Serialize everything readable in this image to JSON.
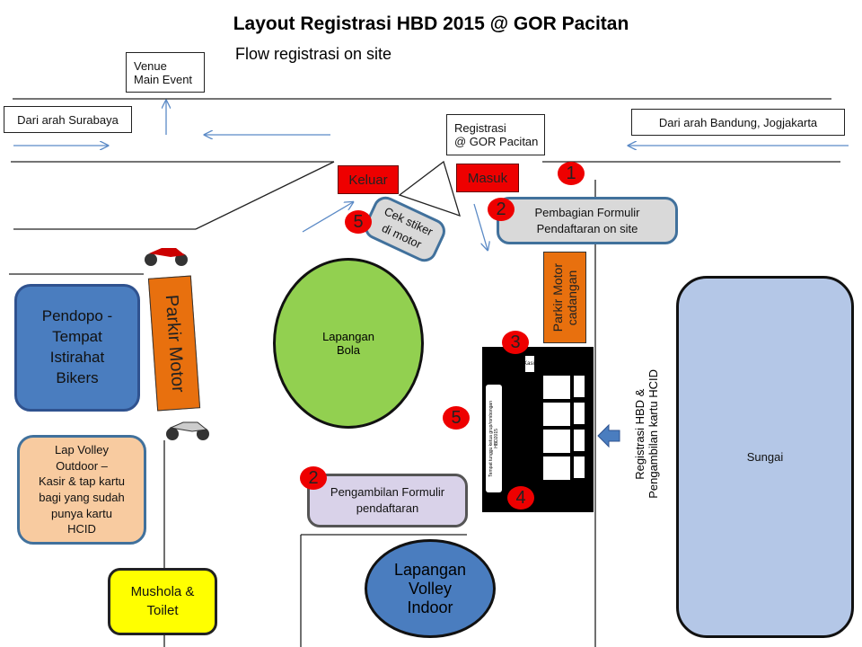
{
  "title": "Layout Registrasi HBD 2015 @ GOR Pacitan",
  "subtitle": "Flow registrasi on site",
  "labels": {
    "venue": "Venue\nMain Event",
    "from_surabaya": "Dari arah Surabaya",
    "from_bandung": "Dari arah Bandung, Jogjakarta",
    "registrasi_gor": "Registrasi\n@ GOR Pacitan",
    "keluar": "Keluar",
    "masuk": "Masuk",
    "cek_stiker": "Cek stiker\ndi motor",
    "pembagian": "Pembagian Formulir\nPendaftaran on site",
    "parkir_cadangan": "Parkir Motor\ncadangan",
    "parkir_motor": "Parkir Motor",
    "pendopo": "Pendopo -\nTempat\nIstirahat\nBikers",
    "lapangan_bola": "Lapangan\nBola",
    "lap_volley_outdoor": "Lap Volley\nOutdoor –\nKasir & tap kartu\nbagi yang sudah\npunya kartu\nHCID",
    "pengambilan": "Pengambilan Formulir\npendaftaran",
    "mushola": "Mushola &\nToilet",
    "volley_indoor": "Lapangan\nVolley\nIndoor",
    "sungai": "Sungai",
    "registrasi_hcid": "Registrasi HBD &\nPengambilan kartu HCID",
    "kasir": "Kasir",
    "tunggu": "Tempat tunggu ketua grup/rombongan\nHBD2015"
  },
  "steps": {
    "s1": "1",
    "s2a": "2",
    "s2b": "2",
    "s3": "3",
    "s4": "4",
    "s5a": "5",
    "s5b": "5"
  },
  "colors": {
    "red": "#ee0000",
    "blue_fill": "#4a7dbf",
    "green": "#92d050",
    "orange": "#e8700e",
    "peach": "#f8cba0",
    "lavender": "#d9d2e9",
    "yellow": "#ffff00",
    "river": "#b4c7e7"
  }
}
